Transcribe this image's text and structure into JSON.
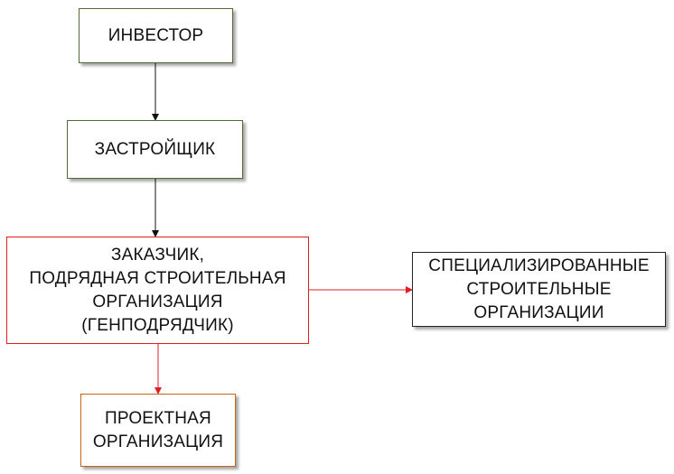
{
  "nodes": {
    "investor": {
      "lines": [
        "ИНВЕСТОР"
      ]
    },
    "developer": {
      "lines": [
        "ЗАСТРОЙЩИК"
      ]
    },
    "customer": {
      "lines": [
        "ЗАКАЗЧИК,",
        "ПОДРЯДНАЯ СТРОИТЕЛЬНАЯ",
        "ОРГАНИЗАЦИЯ",
        "(ГЕНПОДРЯДЧИК)"
      ]
    },
    "specialized": {
      "lines": [
        "СПЕЦИАЛИЗИРОВАННЫЕ",
        "СТРОИТЕЛЬНЫЕ",
        "ОРГАНИЗАЦИИ"
      ]
    },
    "design": {
      "lines": [
        "ПРОЕКТНАЯ",
        "ОРГАНИЗАЦИЯ"
      ]
    }
  },
  "edges": [
    {
      "from": "investor",
      "to": "developer",
      "color": "#111111"
    },
    {
      "from": "developer",
      "to": "customer",
      "color": "#111111"
    },
    {
      "from": "customer",
      "to": "specialized",
      "color": "#e02020"
    },
    {
      "from": "customer",
      "to": "design",
      "color": "#e02020"
    }
  ],
  "colors": {
    "green_border": "#4f6b3a",
    "red_border": "#e02020",
    "orange_border": "#c8641a",
    "dark_border": "#222222"
  }
}
